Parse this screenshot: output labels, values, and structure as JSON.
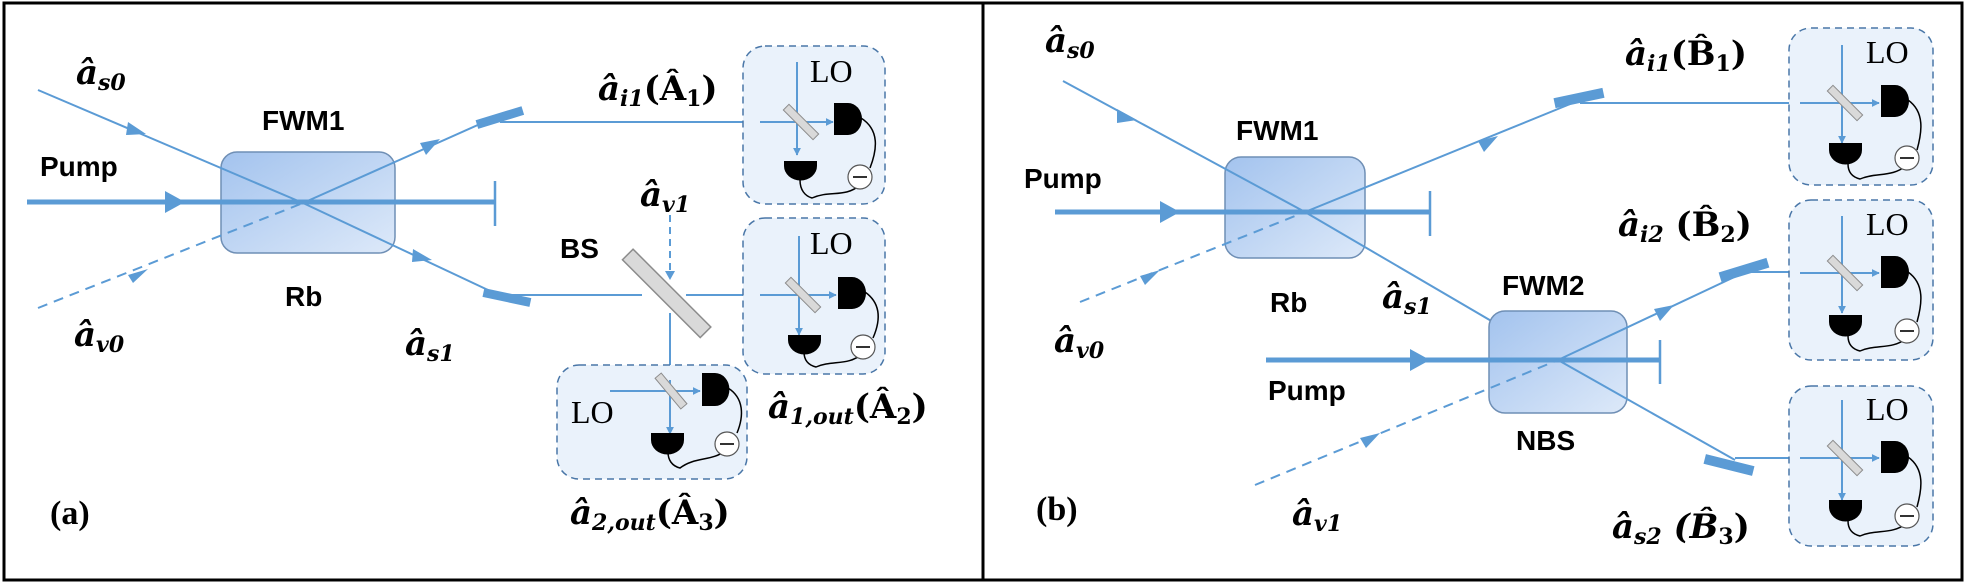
{
  "figure": {
    "colors": {
      "beam": "#5b9bd5",
      "crystal_fill_top": "#a9c8f0",
      "crystal_fill_bottom": "#dbe8f8",
      "crystal_stroke": "#6f8fb5",
      "lo_fill": "#eaf2fb",
      "lo_stroke": "#4a77a8",
      "bs_fill": "#d9d9d9",
      "bs_stroke": "#8c8c8c",
      "detector": "#000000"
    },
    "panel_a": {
      "label": "(a)",
      "pump_label": "Pump",
      "crystal_label": "FWM1",
      "cell_label": "Rb",
      "bs_label": "BS",
      "lo_label": "LO",
      "minus_symbol": "−",
      "modes": {
        "s0": {
          "base": "â",
          "sub": "s0"
        },
        "v0": {
          "base": "â",
          "sub": "v0"
        },
        "s1": {
          "base": "â",
          "sub": "s1"
        },
        "v1": {
          "base": "â",
          "sub": "v1"
        },
        "i1": {
          "base": "â",
          "sub": "i1",
          "paren": "(Â",
          "psub": "1",
          "close": ")"
        },
        "out1": {
          "base": "â",
          "sub": "1,out",
          "paren": "(Â",
          "psub": "2",
          "close": ")"
        },
        "out2": {
          "base": "â",
          "sub": "2,out",
          "paren": "(Â",
          "psub": "3",
          "close": ")"
        }
      }
    },
    "panel_b": {
      "label": "(b)",
      "pump1_label": "Pump",
      "pump2_label": "Pump",
      "crystal1_label": "FWM1",
      "cell1_label": "Rb",
      "crystal2_label": "FWM2",
      "cell2_label": "NBS",
      "lo_label": "LO",
      "minus_symbol": "−",
      "modes": {
        "s0": {
          "base": "â",
          "sub": "s0"
        },
        "v0": {
          "base": "â",
          "sub": "v0"
        },
        "s1": {
          "base": "â",
          "sub": "s1"
        },
        "v1": {
          "base": "â",
          "sub": "v1"
        },
        "i1": {
          "base": "â",
          "sub": "i1",
          "paren": "(B̂",
          "psub": "1",
          "close": ")"
        },
        "i2": {
          "base": "â",
          "sub": "i2",
          "paren": " (B̂",
          "psub": "2",
          "close": ")"
        },
        "s2": {
          "base": "â",
          "sub": "s2",
          "paren": " (B̂",
          "psub": "3",
          "close": ")"
        }
      }
    }
  }
}
